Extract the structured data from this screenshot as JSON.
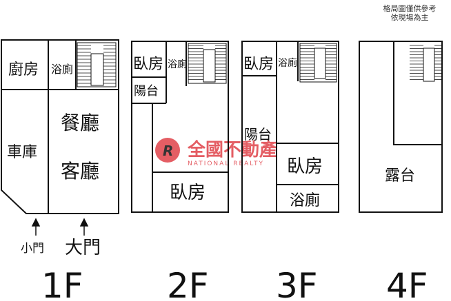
{
  "note": {
    "line1": "格局圖僅供參考",
    "line2": "依現場為主"
  },
  "watermark": {
    "name": "全國不動產",
    "sub": "NATIONAL REALTY",
    "color": "#e0424a"
  },
  "colors": {
    "wall": "#111111",
    "text": "#111111"
  },
  "floors": [
    {
      "label": "1F",
      "rooms": {
        "kitchen": "廚房",
        "bath": "浴廁",
        "garage": "車庫",
        "dining": "餐廳",
        "living": "客廳"
      },
      "doors": {
        "small": "小門",
        "main": "大門"
      }
    },
    {
      "label": "2F",
      "rooms": {
        "bedroom_a": "臥房",
        "bath": "浴廁",
        "balcony": "陽台",
        "bedroom_b": "臥房"
      }
    },
    {
      "label": "3F",
      "rooms": {
        "bedroom_a": "臥房",
        "bath_a": "浴廁",
        "balcony": "陽台",
        "bedroom_b": "臥房",
        "bath_b": "浴廁"
      }
    },
    {
      "label": "4F",
      "rooms": {
        "terrace": "露台"
      }
    }
  ]
}
